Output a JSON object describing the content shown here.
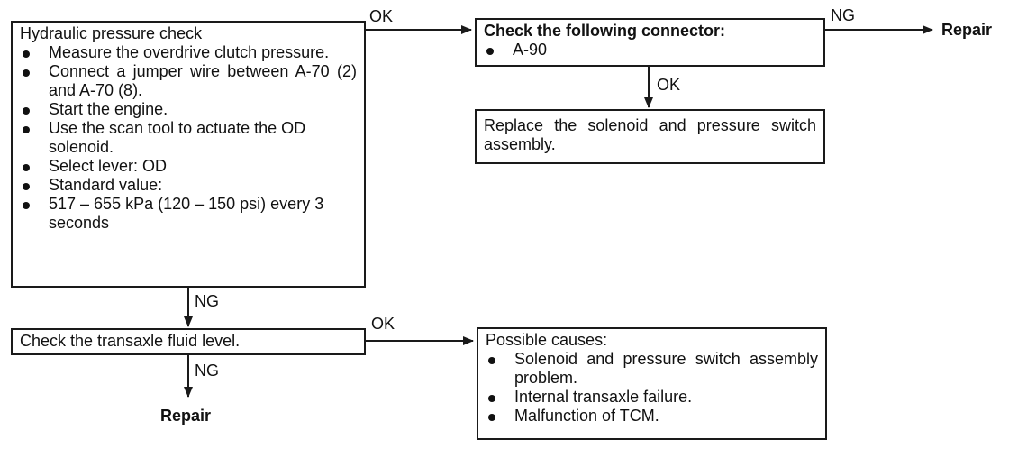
{
  "hydraulic_box": {
    "title": "Hydraulic pressure check",
    "items": [
      "Measure the overdrive clutch pressure.",
      "Connect a jumper wire between A-70 (2) and A-70 (8).",
      "Start the engine.",
      "Use the scan tool to actuate the OD solenoid.",
      "Select lever: OD",
      "Standard value:",
      "517 – 655 kPa (120 – 150 psi) every 3 seconds"
    ]
  },
  "connector_box": {
    "title": "Check the following connector:",
    "items": [
      "A-90"
    ]
  },
  "replace_box": {
    "text": "Replace the solenoid and pressure switch assembly."
  },
  "fluid_box": {
    "text": "Check the transaxle fluid level."
  },
  "causes_box": {
    "title": "Possible causes:",
    "items": [
      "Solenoid and pressure switch assembly problem.",
      "Internal transaxle failure.",
      "Malfunction of TCM."
    ]
  },
  "labels": {
    "ok_to_connector": "OK",
    "ng_to_repair_top": "NG",
    "ok_to_replace": "OK",
    "ng_to_fluid": "NG",
    "ok_to_causes": "OK",
    "ng_to_repair_bottom": "NG",
    "repair_top": "Repair",
    "repair_bottom": "Repair"
  },
  "colors": {
    "line": "#1a1a1a",
    "text": "#111111",
    "background": "#ffffff"
  }
}
